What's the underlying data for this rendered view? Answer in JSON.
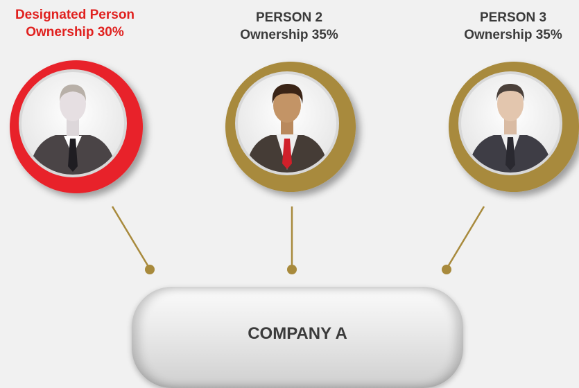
{
  "persons": [
    {
      "id": "designated",
      "name": "Designated Person",
      "ownership_text": "Ownership 30%",
      "ownership_percent": 30,
      "ring_color": "#e8222a",
      "icon": "businessman-avatar-icon"
    },
    {
      "id": "person2",
      "name": "PERSON 2",
      "ownership_text": "Ownership 35%",
      "ownership_percent": 35,
      "ring_color": "#a88a3c",
      "icon": "businessman-red-tie-avatar-icon"
    },
    {
      "id": "person3",
      "name": "PERSON 3",
      "ownership_text": "Ownership 35%",
      "ownership_percent": 35,
      "ring_color": "#a88a3c",
      "icon": "businessman-dark-suit-avatar-icon"
    }
  ],
  "company": {
    "name": "COMPANY A"
  },
  "colors": {
    "connector": "#a88a3c",
    "designated_label": "#e0201e",
    "label": "#3a3a3a"
  }
}
